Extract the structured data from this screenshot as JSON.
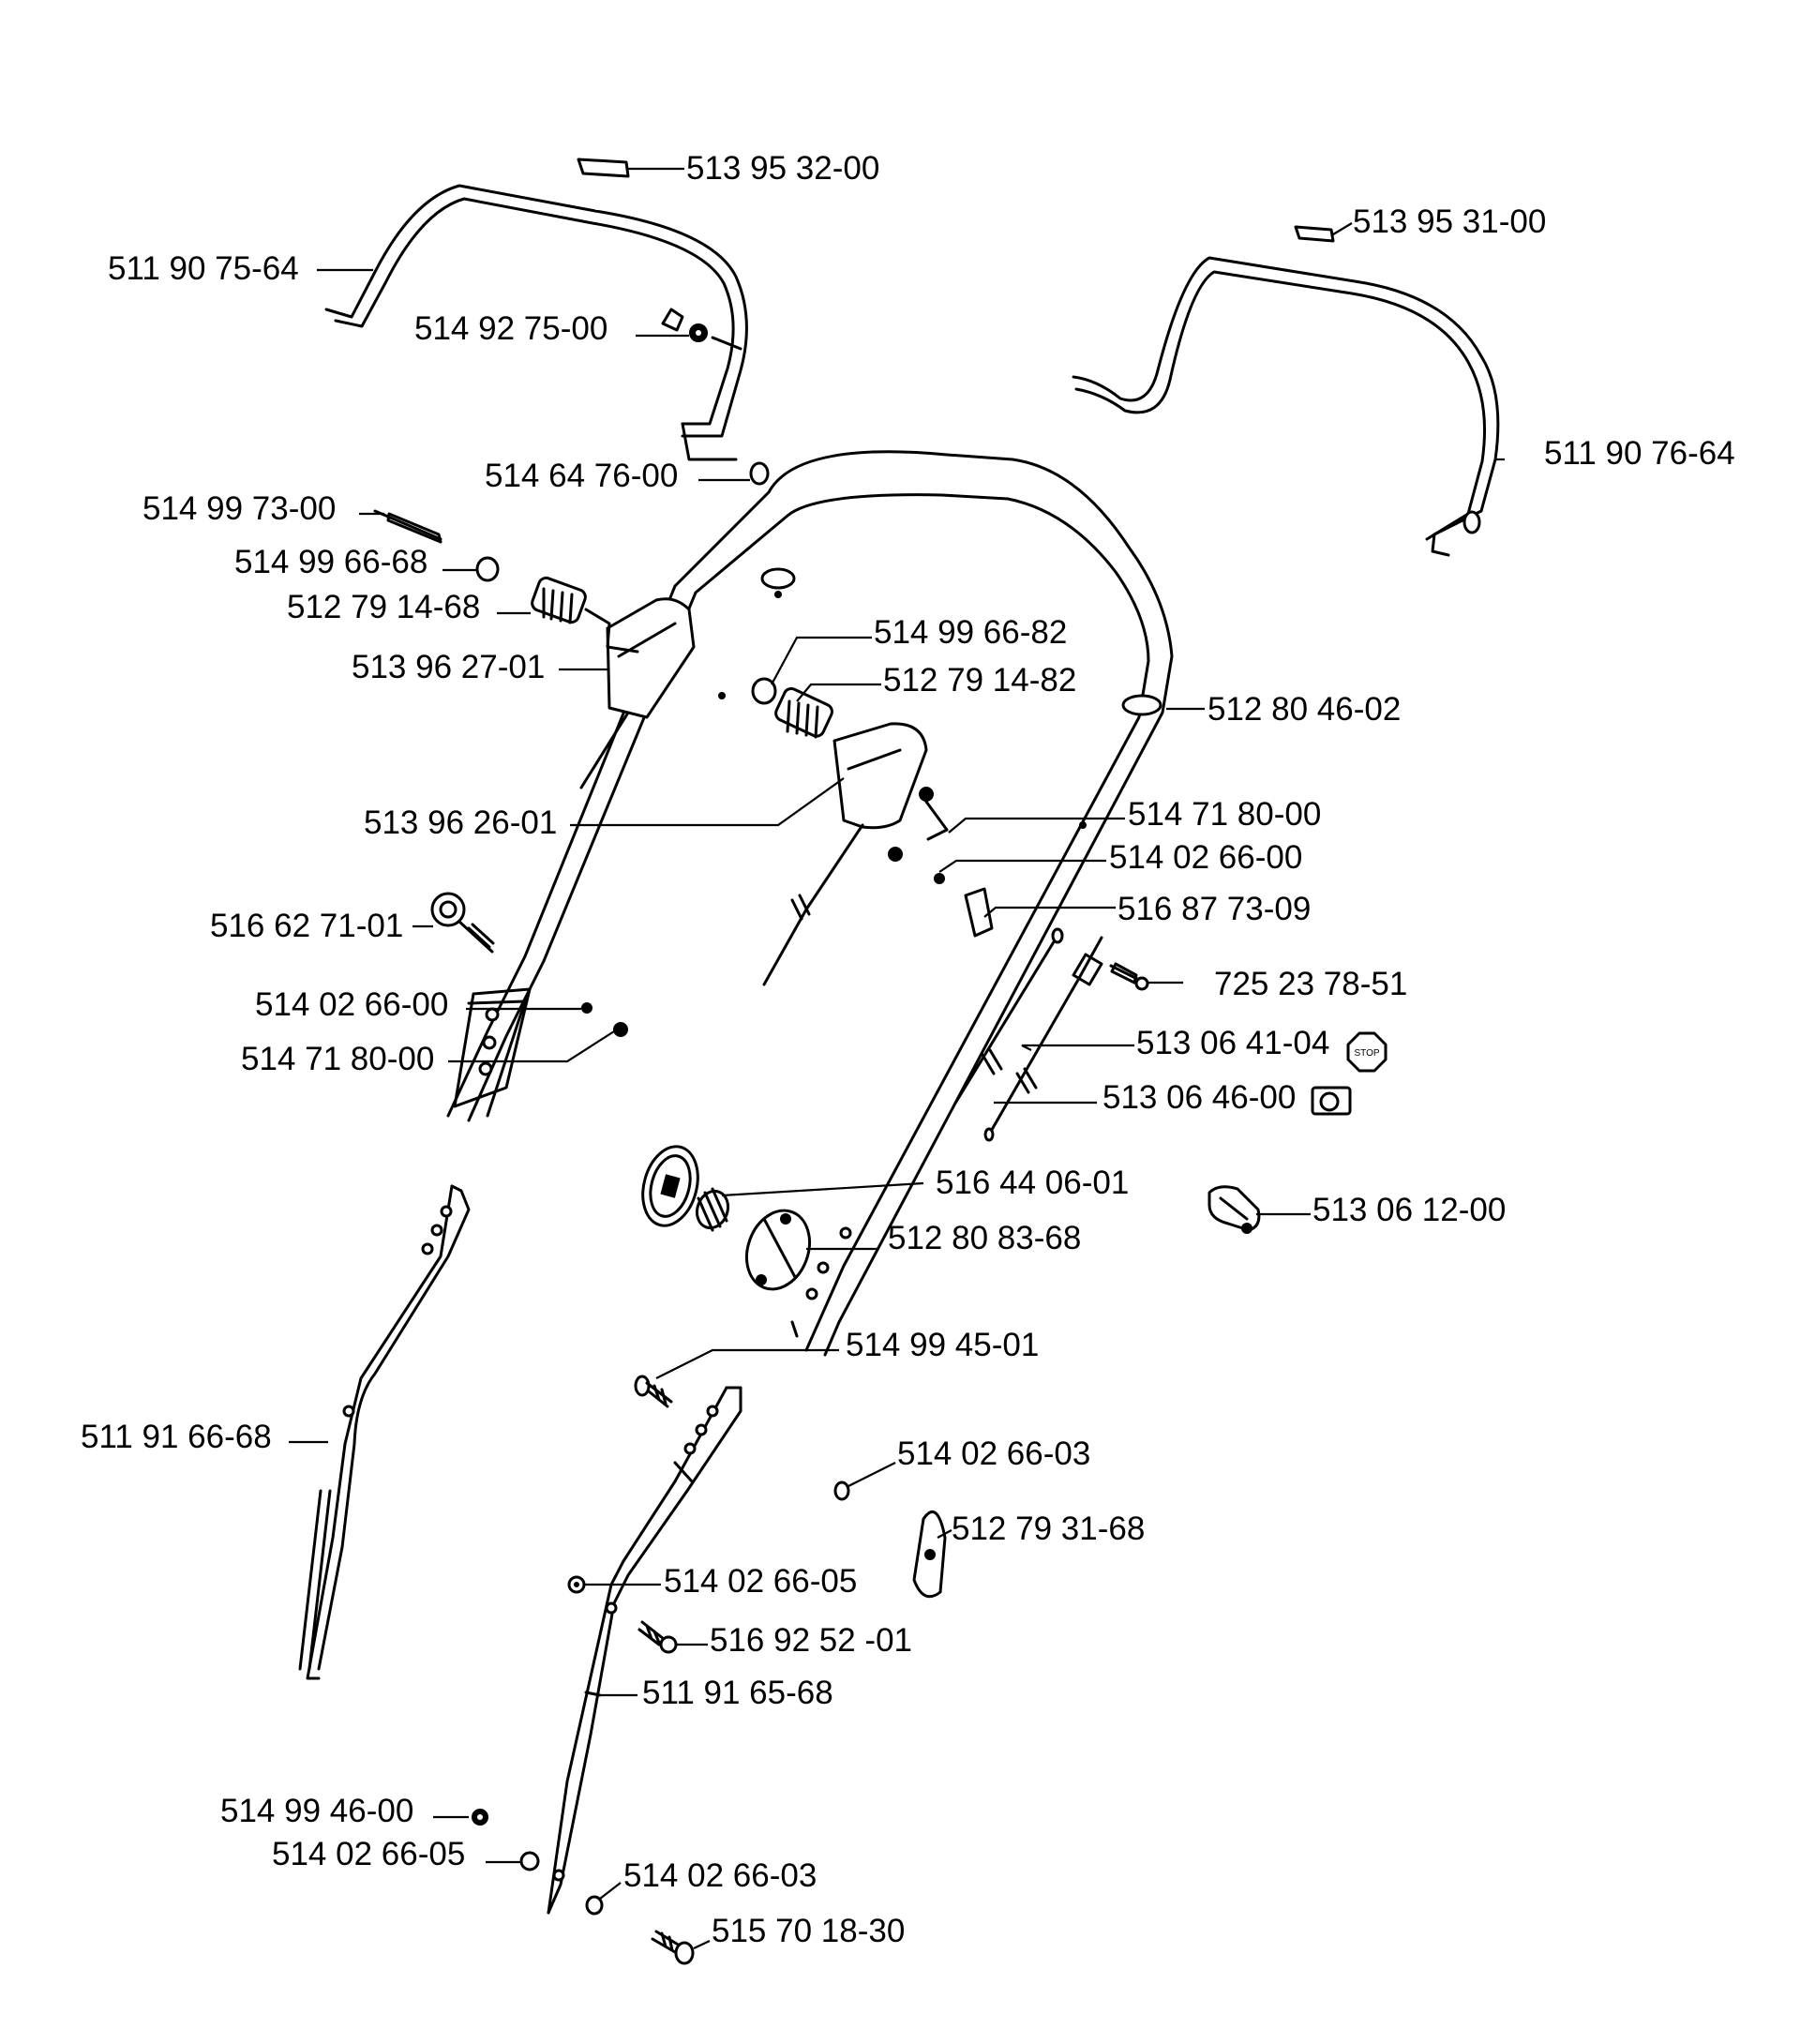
{
  "colors": {
    "ink": "#000000",
    "background": "#ffffff"
  },
  "icons": {
    "stop_symbol": "stop-octagon-icon",
    "cable_symbol": "cable-loop-icon"
  },
  "stop_symbol_text": "STOP",
  "parts": [
    {
      "id": "p01",
      "number": "513 95 32-00"
    },
    {
      "id": "p02",
      "number": "513 95 31-00"
    },
    {
      "id": "p03",
      "number": "511 90 75-64"
    },
    {
      "id": "p04",
      "number": "514 92 75-00"
    },
    {
      "id": "p05",
      "number": "514 64 76-00"
    },
    {
      "id": "p06",
      "number": "511 90 76-64"
    },
    {
      "id": "p07",
      "number": "514 99 73-00"
    },
    {
      "id": "p08",
      "number": "514 99 66-68"
    },
    {
      "id": "p09",
      "number": "512 79 14-68"
    },
    {
      "id": "p10",
      "number": "513 96 27-01"
    },
    {
      "id": "p11",
      "number": "514 99 66-82"
    },
    {
      "id": "p12",
      "number": "512 79 14-82"
    },
    {
      "id": "p13",
      "number": "512 80 46-02"
    },
    {
      "id": "p14",
      "number": "513 96 26-01"
    },
    {
      "id": "p15",
      "number": "514 71 80-00"
    },
    {
      "id": "p16",
      "number": "514 02 66-00"
    },
    {
      "id": "p17",
      "number": "516 87 73-09"
    },
    {
      "id": "p18",
      "number": "516 62 71-01"
    },
    {
      "id": "p19",
      "number": "725 23 78-51"
    },
    {
      "id": "p20",
      "number": "514 02 66-00"
    },
    {
      "id": "p21",
      "number": "514 71 80-00"
    },
    {
      "id": "p22",
      "number": "513 06 41-04"
    },
    {
      "id": "p23",
      "number": "513 06 46-00"
    },
    {
      "id": "p24",
      "number": "516 44 06-01"
    },
    {
      "id": "p25",
      "number": "513 06 12-00"
    },
    {
      "id": "p26",
      "number": "512 80 83-68"
    },
    {
      "id": "p27",
      "number": "514 99 45-01"
    },
    {
      "id": "p28",
      "number": "511 91 66-68"
    },
    {
      "id": "p29",
      "number": "514 02 66-03"
    },
    {
      "id": "p30",
      "number": "512 79 31-68"
    },
    {
      "id": "p31",
      "number": "514 02 66-05"
    },
    {
      "id": "p32",
      "number": "516 92 52 -01"
    },
    {
      "id": "p33",
      "number": "511 91 65-68"
    },
    {
      "id": "p34",
      "number": "514 99 46-00"
    },
    {
      "id": "p35",
      "number": "514 02 66-05"
    },
    {
      "id": "p36",
      "number": "514 02 66-03"
    },
    {
      "id": "p37",
      "number": "515 70 18-30"
    }
  ]
}
